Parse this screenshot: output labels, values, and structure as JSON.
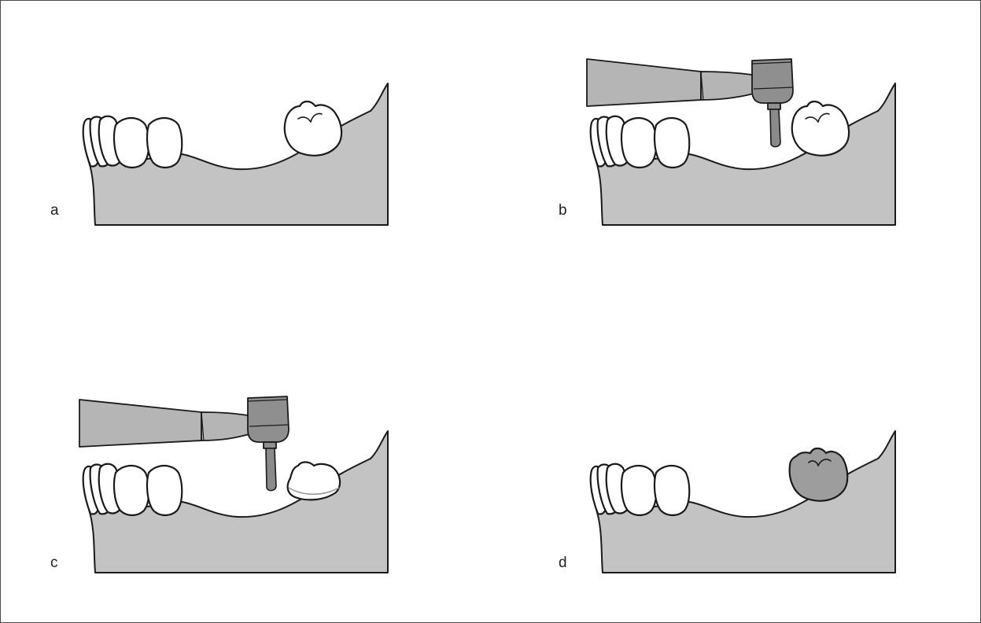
{
  "panels": [
    {
      "label": "a",
      "handpiece": false,
      "implant_tooth": "plain"
    },
    {
      "label": "b",
      "handpiece": true,
      "implant_tooth": "plain"
    },
    {
      "label": "c",
      "handpiece": true,
      "implant_tooth": "prepared"
    },
    {
      "label": "d",
      "handpiece": false,
      "implant_tooth": "shaded"
    }
  ],
  "colors": {
    "bone": "#c3c3c3",
    "outline": "#1a1a1a",
    "tooth": "#ffffff",
    "restoration": "#9d9d9d",
    "handpiece": "#b5b5b5",
    "handpiece_head": "#8f8f8f"
  }
}
